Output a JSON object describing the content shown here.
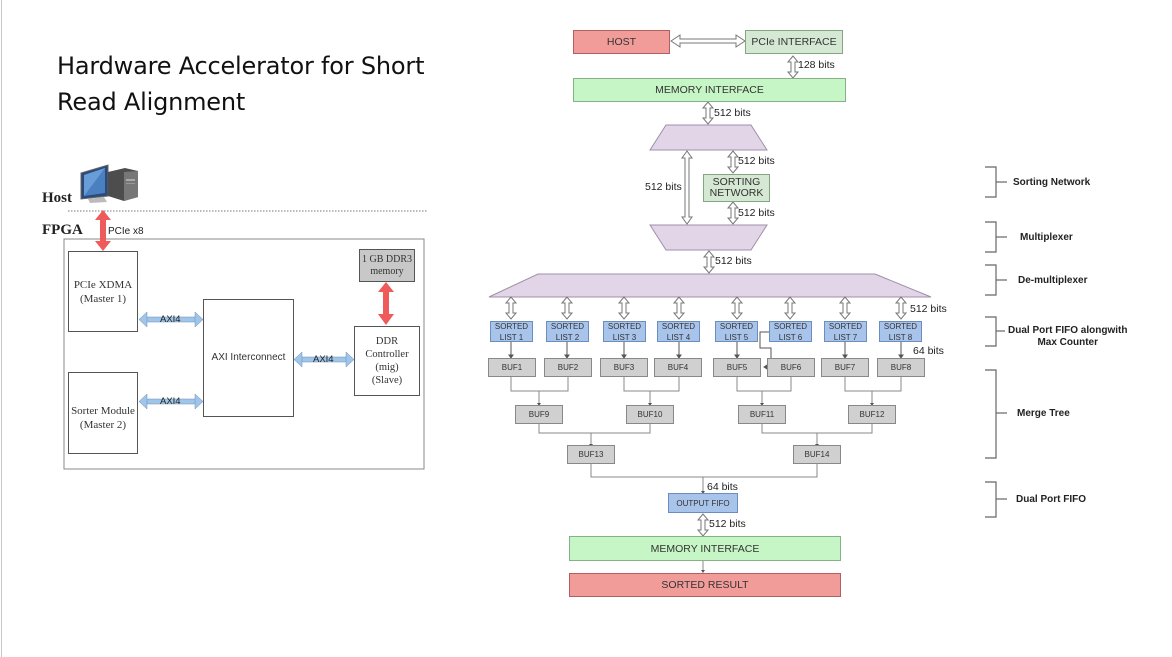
{
  "slide_title": "Hardware Accelerator for Short Read Alignment",
  "left_diagram": {
    "host_label": "Host",
    "fpga_label": "FPGA",
    "pcie_link_label": "PCIe x8",
    "pcie_xdma": {
      "line1": "PCIe XDMA",
      "line2": "(Master 1)"
    },
    "sorter_module": {
      "line1": "Sorter Module",
      "line2": "(Master 2)"
    },
    "axi_interconnect": "AXI Interconnect",
    "ddr_controller": {
      "line1": "DDR Controller",
      "line2": "(mig)",
      "line3": "(Slave)"
    },
    "ddr_memory": {
      "line1": "1 GB DDR3",
      "line2": "memory"
    },
    "axi_links": [
      "AXI4",
      "AXI4",
      "AXI4"
    ],
    "icons": {
      "host": "desktop-computer-icon"
    },
    "colors": {
      "pcie_arrow": "#ef5a5a",
      "axi_arrow": "#9fc5e8",
      "memory_box": "#c8c8c8"
    }
  },
  "right_diagram": {
    "host": "HOST",
    "pcie_interface": "PCIe INTERFACE",
    "memory_interface_top": "MEMORY INTERFACE",
    "sorting_network": {
      "line1": "SORTING",
      "line2": "NETWORK"
    },
    "sorted_lists": [
      {
        "line1": "SORTED",
        "line2": "LIST 1"
      },
      {
        "line1": "SORTED",
        "line2": "LIST 2"
      },
      {
        "line1": "SORTED",
        "line2": "LIST 3"
      },
      {
        "line1": "SORTED",
        "line2": "LIST 4"
      },
      {
        "line1": "SORTED",
        "line2": "LIST 5"
      },
      {
        "line1": "SORTED",
        "line2": "LIST 6"
      },
      {
        "line1": "SORTED",
        "line2": "LIST 7"
      },
      {
        "line1": "SORTED",
        "line2": "LIST 8"
      }
    ],
    "buffers_level1": [
      "BUF1",
      "BUF2",
      "BUF3",
      "BUF4",
      "BUF5",
      "BUF6",
      "BUF7",
      "BUF8"
    ],
    "buffers_level2": [
      "BUF9",
      "BUF10",
      "BUF11",
      "BUF12"
    ],
    "buffers_level3": [
      "BUF13",
      "BUF14"
    ],
    "output_fifo": "OUTPUT FIFO",
    "memory_interface_bottom": "MEMORY INTERFACE",
    "sorted_result": "SORTED RESULT",
    "bit_labels": {
      "pcie_to_mem": "128 bits",
      "mem_to_demux": "512 bits",
      "demux_to_sort": "512 bits",
      "bypass": "512 bits",
      "sort_to_mux": "512 bits",
      "mux_to_demux": "512 bits",
      "demux_to_lists": "512 bits",
      "lists_to_buf": "64 bits",
      "tree_to_fifo": "64 bits",
      "fifo_to_mem": "512 bits"
    },
    "colors": {
      "host": "#f19c99",
      "pcie": "#d5e8d4",
      "memory_interface": "#c6f5c6",
      "trapezoid": "#e1d5e7",
      "sorted_list": "#a9c4eb",
      "buffer": "#d0d0d0"
    }
  },
  "stage_labels": [
    {
      "text": "Sorting Network"
    },
    {
      "text": "Multiplexer"
    },
    {
      "text": "De-multiplexer"
    },
    {
      "line1": "Dual Port FIFO alongwith",
      "line2": "Max Counter"
    },
    {
      "text": "Merge Tree"
    },
    {
      "text": "Dual Port FIFO"
    }
  ]
}
